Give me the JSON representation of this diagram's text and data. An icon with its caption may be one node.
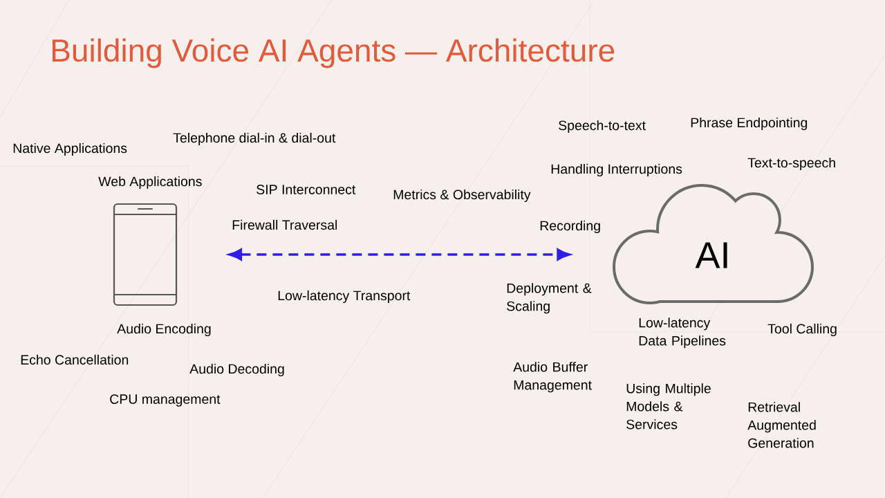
{
  "diagram": {
    "title": "Building Voice AI Agents — Architecture",
    "nodes": [
      {
        "text": [],
        "shape": "phone"
      },
      {
        "text": [
          "AI"
        ]
      }
    ],
    "edges": [
      {
        "from": 0,
        "to": 1,
        "arrow": "both",
        "style": "dashed",
        "color": "#2f1fe6"
      }
    ],
    "labels": [
      "Speech-to-text",
      "Phrase Endpointing",
      "Telephone dial-in & dial-out",
      "Native Applications",
      "Text-to-speech",
      "Handling Interruptions",
      "Web Applications",
      "SIP Interconnect",
      "Metrics & Observability",
      "Firewall Traversal",
      "Recording",
      "Deployment & Scaling",
      "Low-latency Transport",
      "Low-latency Data Pipelines",
      "Audio Encoding",
      "Tool Calling",
      "Echo Cancellation",
      "Audio Decoding",
      "Audio Buffer Management",
      "Using Multiple Models & Services",
      "CPU management",
      "Retrieval Augmented Generation"
    ]
  }
}
